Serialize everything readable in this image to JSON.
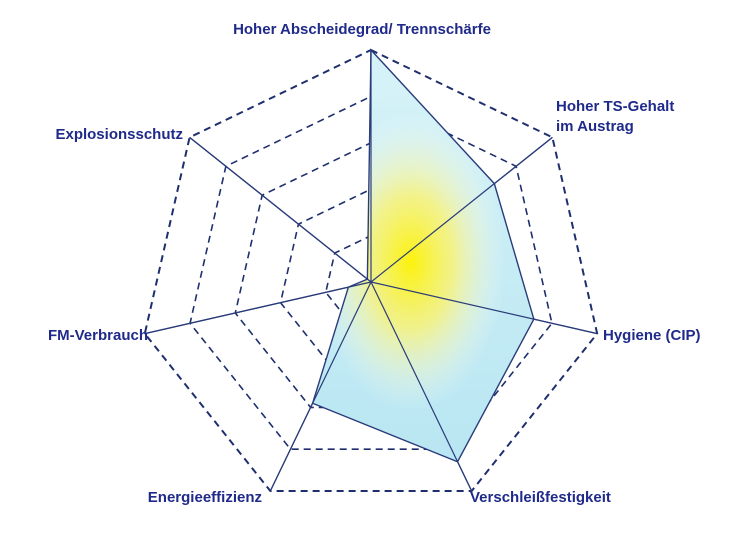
{
  "chart_data": {
    "type": "radar",
    "title": "",
    "axes": [
      {
        "label": [
          "Hoher Abscheidegrad/ Trennschärfe"
        ]
      },
      {
        "label": [
          "Hoher TS-Gehalt",
          "im Austrag"
        ]
      },
      {
        "label": [
          "Hygiene (CIP)"
        ]
      },
      {
        "label": [
          "Verschleißfestigkeit"
        ]
      },
      {
        "label": [
          "Energieeffizienz"
        ]
      },
      {
        "label": [
          "FM-Verbrauch"
        ]
      },
      {
        "label": [
          "Explosionsschutz"
        ]
      }
    ],
    "levels": 5,
    "range": [
      0,
      5
    ],
    "series": [
      {
        "values": [
          5,
          3.4,
          3.6,
          4.3,
          2.9,
          0.5,
          0.1
        ]
      }
    ],
    "colors": {
      "axis_line": "#2a3c7a",
      "ring_line": "#1f2f6e",
      "fill_light": "#bfeaf2",
      "fill_center": "#fff200",
      "polygon_stroke": "#2a3c7a",
      "label": "#1f2a8a"
    }
  }
}
